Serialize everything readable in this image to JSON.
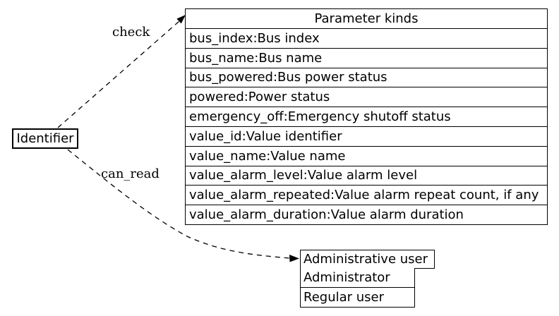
{
  "diagram": {
    "background_color": "#ffffff",
    "line_color": "#000000",
    "text_color": "#000000",
    "nodes": {
      "identifier": {
        "label": "Identifier"
      },
      "parameter_kinds": {
        "title": "Parameter kinds",
        "rows": [
          "bus_index:Bus index",
          "bus_name:Bus name",
          "bus_powered:Bus power status",
          "powered:Power status",
          "emergency_off:Emergency shutoff status",
          "value_id:Value identifier",
          "value_name:Value name",
          "value_alarm_level:Value alarm level",
          "value_alarm_repeated:Value alarm repeat count, if any",
          "value_alarm_duration:Value alarm duration"
        ]
      },
      "admin_users": {
        "title": "Administrative user",
        "rows": [
          "Administrator",
          "Regular user"
        ]
      }
    },
    "edges": [
      {
        "label": "check",
        "from": "Identifier",
        "to": "Parameter kinds",
        "style": "dashed-arrow"
      },
      {
        "label": "can_read",
        "from": "Identifier",
        "to": "Administrative user",
        "style": "dashed-arrow"
      }
    ]
  }
}
